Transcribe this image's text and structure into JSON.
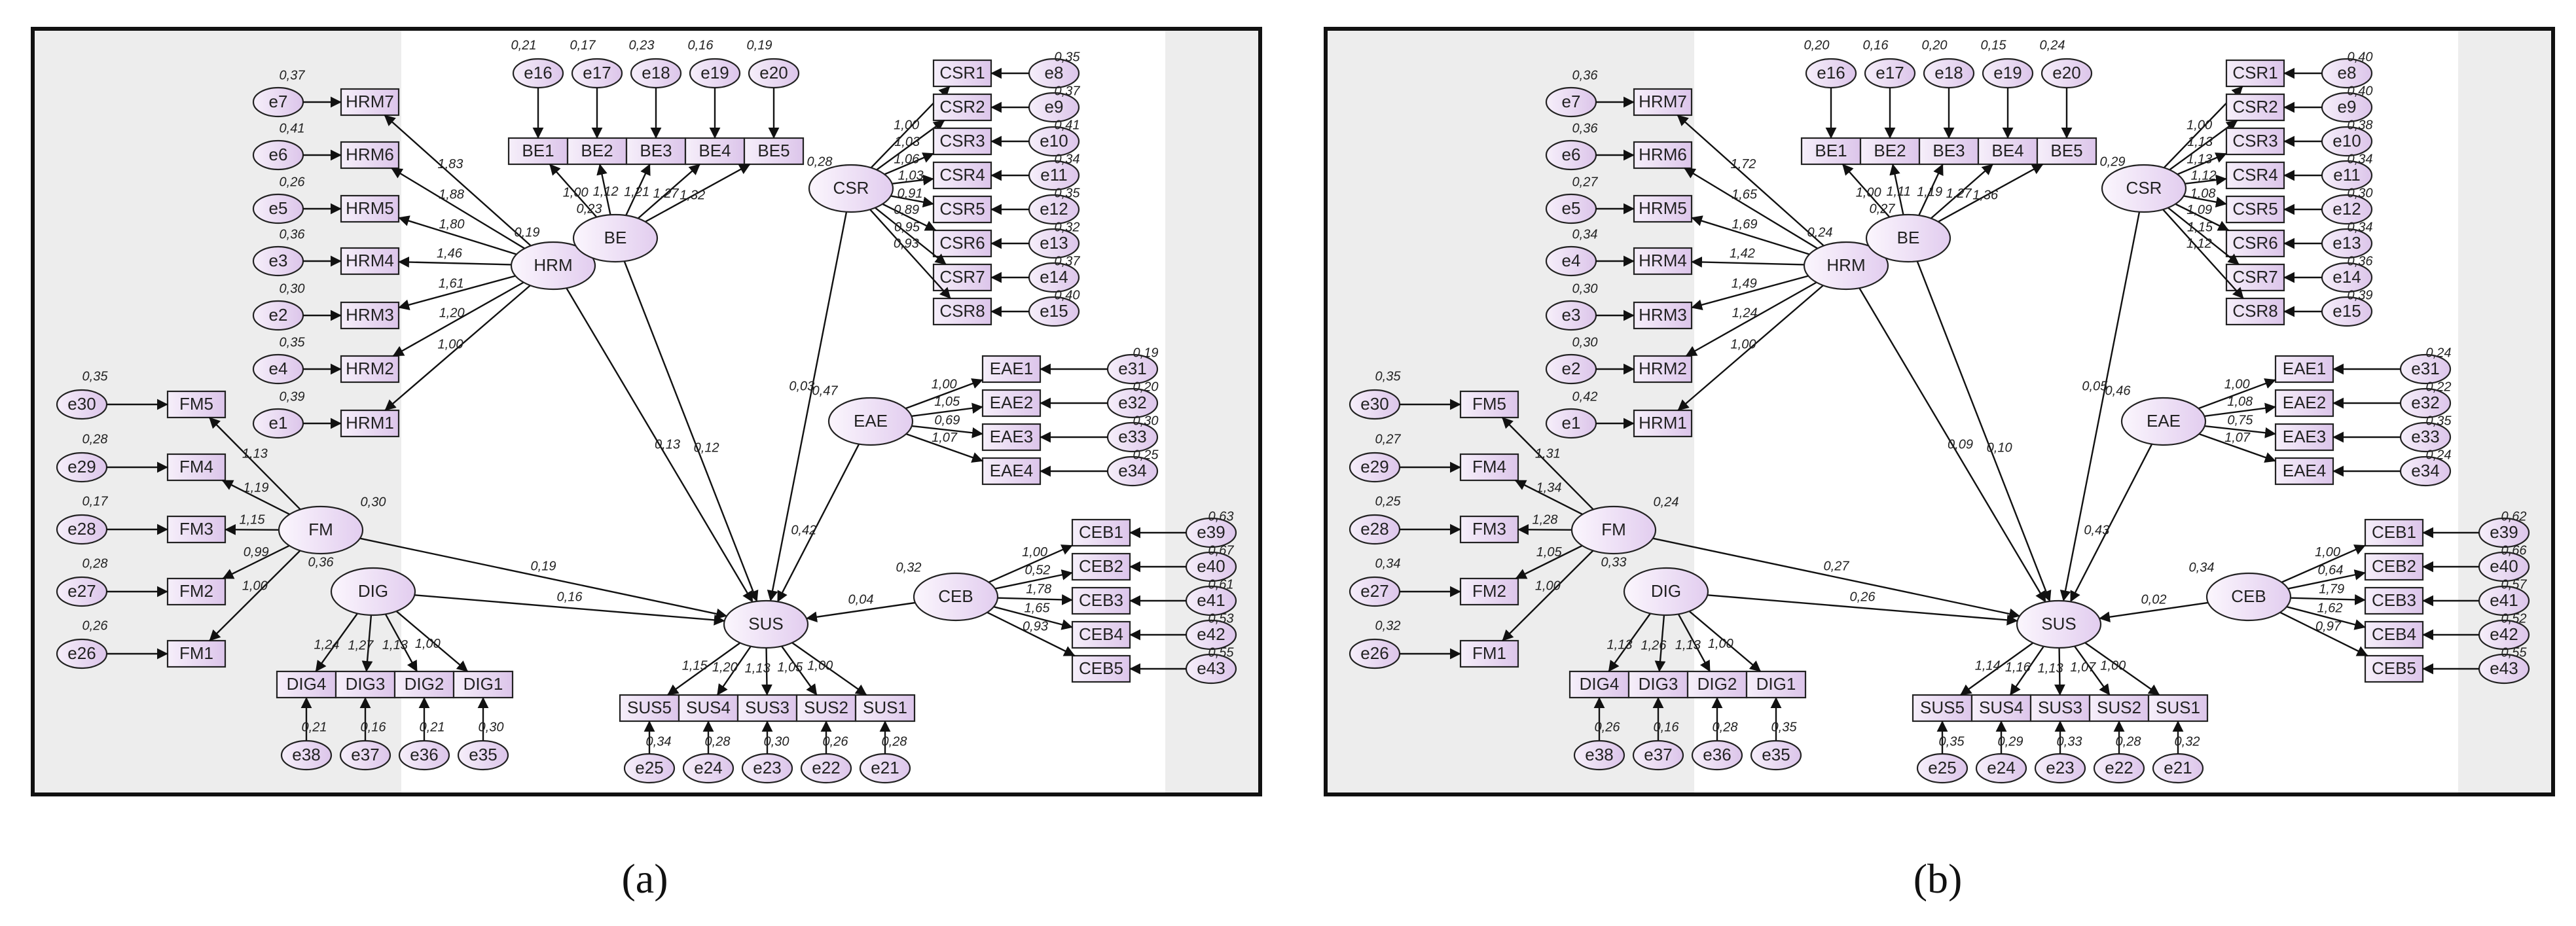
{
  "panels": [
    {
      "id": "a",
      "caption": "(a)",
      "construct_variances": {
        "HRM": "0,19",
        "BE": "0,23",
        "CSR": "0,28",
        "EAE": "0,47",
        "FM": "0,30",
        "DIG": "0,36",
        "CEB": "0,32"
      },
      "structural_paths": {
        "HRM": "0,13",
        "BE": "0,12",
        "CSR": "0,03",
        "EAE": "0,42",
        "FM": "0,19",
        "DIG": "0,16",
        "CEB": "0,04"
      },
      "HRM": {
        "loadings": [
          "1,83",
          "1,88",
          "1,80",
          "1,46",
          "1,61",
          "1,20",
          "1,00"
        ],
        "errors": [
          "0,37",
          "0,41",
          "0,26",
          "0,36",
          "0,30",
          "0,35",
          "0,39"
        ]
      },
      "BE": {
        "loadings": [
          "1,00",
          "1,12",
          "1,21",
          "1,27",
          "1,32"
        ],
        "errors": [
          "0,21",
          "0,17",
          "0,23",
          "0,16",
          "0,19"
        ]
      },
      "CSR": {
        "loadings": [
          "1,00",
          "1,03",
          "1,06",
          "1,03",
          "0,91",
          "0,89",
          "0,95",
          "0,93"
        ],
        "errors": [
          "0,35",
          "0,37",
          "0,41",
          "0,34",
          "0,35",
          "0,32",
          "0,37",
          "0,40"
        ]
      },
      "EAE": {
        "loadings": [
          "1,00",
          "1,05",
          "0,69",
          "1,07"
        ],
        "errors": [
          "0,19",
          "0,20",
          "0,30",
          "0,25"
        ]
      },
      "FM": {
        "loadings": [
          "1,13",
          "1,19",
          "1,15",
          "0,99",
          "1,00"
        ],
        "errors": [
          "0,35",
          "0,28",
          "0,17",
          "0,28",
          "0,26"
        ]
      },
      "DIG": {
        "loadings": [
          "1,24",
          "1,27",
          "1,13",
          "1,00"
        ],
        "errors": [
          "0,21",
          "0,16",
          "0,21",
          "0,30"
        ]
      },
      "SUS": {
        "loadings": [
          "1,15",
          "1,20",
          "1,13",
          "1,05",
          "1,00"
        ],
        "errors": [
          "0,34",
          "0,28",
          "0,30",
          "0,26",
          "0,28"
        ]
      },
      "CEB": {
        "loadings": [
          "1,00",
          "0,52",
          "1,78",
          "1,65",
          "0,93"
        ],
        "errors": [
          "0,63",
          "0,67",
          "0,61",
          "0,53",
          "0,55"
        ]
      }
    },
    {
      "id": "b",
      "caption": "(b)",
      "construct_variances": {
        "HRM": "0,24",
        "BE": "0,27",
        "CSR": "0,29",
        "EAE": "0,46",
        "FM": "0,24",
        "DIG": "0,33",
        "CEB": "0,34"
      },
      "structural_paths": {
        "HRM": "0,09",
        "BE": "0,10",
        "CSR": "0,05",
        "EAE": "0,43",
        "FM": "0,27",
        "DIG": "0,26",
        "CEB": "0,02"
      },
      "HRM": {
        "loadings": [
          "1,72",
          "1,65",
          "1,69",
          "1,42",
          "1,49",
          "1,24",
          "1,00"
        ],
        "errors": [
          "0,36",
          "0,36",
          "0,27",
          "0,34",
          "0,30",
          "0,30",
          "0,42"
        ]
      },
      "BE": {
        "loadings": [
          "1,00",
          "1,11",
          "1,19",
          "1,27",
          "1,36"
        ],
        "errors": [
          "0,20",
          "0,16",
          "0,20",
          "0,15",
          "0,24"
        ]
      },
      "CSR": {
        "loadings": [
          "1,00",
          "1,13",
          "1,13",
          "1,12",
          "1,08",
          "1,09",
          "1,15",
          "1,12"
        ],
        "errors": [
          "0,40",
          "0,40",
          "0,38",
          "0,34",
          "0,30",
          "0,34",
          "0,36",
          "0,39"
        ]
      },
      "EAE": {
        "loadings": [
          "1,00",
          "1,08",
          "0,75",
          "1,07"
        ],
        "errors": [
          "0,24",
          "0,22",
          "0,35",
          "0,24"
        ]
      },
      "FM": {
        "loadings": [
          "1,31",
          "1,34",
          "1,28",
          "1,05",
          "1,00"
        ],
        "errors": [
          "0,35",
          "0,27",
          "0,25",
          "0,34",
          "0,32"
        ]
      },
      "DIG": {
        "loadings": [
          "1,13",
          "1,26",
          "1,13",
          "1,00"
        ],
        "errors": [
          "0,26",
          "0,16",
          "0,28",
          "0,35"
        ]
      },
      "SUS": {
        "loadings": [
          "1,14",
          "1,16",
          "1,13",
          "1,07",
          "1,00"
        ],
        "errors": [
          "0,35",
          "0,29",
          "0,33",
          "0,28",
          "0,32"
        ]
      },
      "CEB": {
        "loadings": [
          "1,00",
          "0,64",
          "1,79",
          "1,62",
          "0,97"
        ],
        "errors": [
          "0,62",
          "0,66",
          "0,57",
          "0,52",
          "0,55"
        ]
      }
    }
  ],
  "constructs": {
    "HRM": {
      "label": "HRM",
      "indicators": [
        "HRM7",
        "HRM6",
        "HRM5",
        "HRM4",
        "HRM3",
        "HRM2",
        "HRM1"
      ],
      "errors": [
        "e7",
        "e6",
        "e5",
        "e3",
        "e2",
        "e4",
        "e1"
      ],
      "errors_b": [
        "e7",
        "e6",
        "e5",
        "e4",
        "e3",
        "e2",
        "e1"
      ]
    },
    "BE": {
      "label": "BE",
      "indicators": [
        "BE1",
        "BE2",
        "BE3",
        "BE4",
        "BE5"
      ],
      "errors": [
        "e16",
        "e17",
        "e18",
        "e19",
        "e20"
      ]
    },
    "CSR": {
      "label": "CSR",
      "indicators": [
        "CSR1",
        "CSR2",
        "CSR3",
        "CSR4",
        "CSR5",
        "CSR6",
        "CSR7",
        "CSR8"
      ],
      "errors": [
        "e8",
        "e9",
        "e10",
        "e11",
        "e12",
        "e13",
        "e14",
        "e15"
      ]
    },
    "EAE": {
      "label": "EAE",
      "indicators": [
        "EAE1",
        "EAE2",
        "EAE3",
        "EAE4"
      ],
      "errors": [
        "e31",
        "e32",
        "e33",
        "e34"
      ]
    },
    "FM": {
      "label": "FM",
      "indicators": [
        "FM5",
        "FM4",
        "FM3",
        "FM2",
        "FM1"
      ],
      "errors": [
        "e30",
        "e29",
        "e28",
        "e27",
        "e26"
      ]
    },
    "DIG": {
      "label": "DIG",
      "indicators": [
        "DIG4",
        "DIG3",
        "DIG2",
        "DIG1"
      ],
      "errors": [
        "e38",
        "e37",
        "e36",
        "e35"
      ]
    },
    "SUS": {
      "label": "SUS",
      "indicators": [
        "SUS5",
        "SUS4",
        "SUS3",
        "SUS2",
        "SUS1"
      ],
      "errors": [
        "e25",
        "e24",
        "e23",
        "e22",
        "e21"
      ]
    },
    "CEB": {
      "label": "CEB",
      "indicators": [
        "CEB1",
        "CEB2",
        "CEB3",
        "CEB4",
        "CEB5"
      ],
      "errors": [
        "e39",
        "e40",
        "e41",
        "e42",
        "e43"
      ]
    }
  },
  "colors": {
    "frame": "#111111",
    "side_band": "#ededed",
    "node_fill": "#eadcf0",
    "node_fill_dark": "#d9c6e6",
    "edge": "#111111"
  }
}
